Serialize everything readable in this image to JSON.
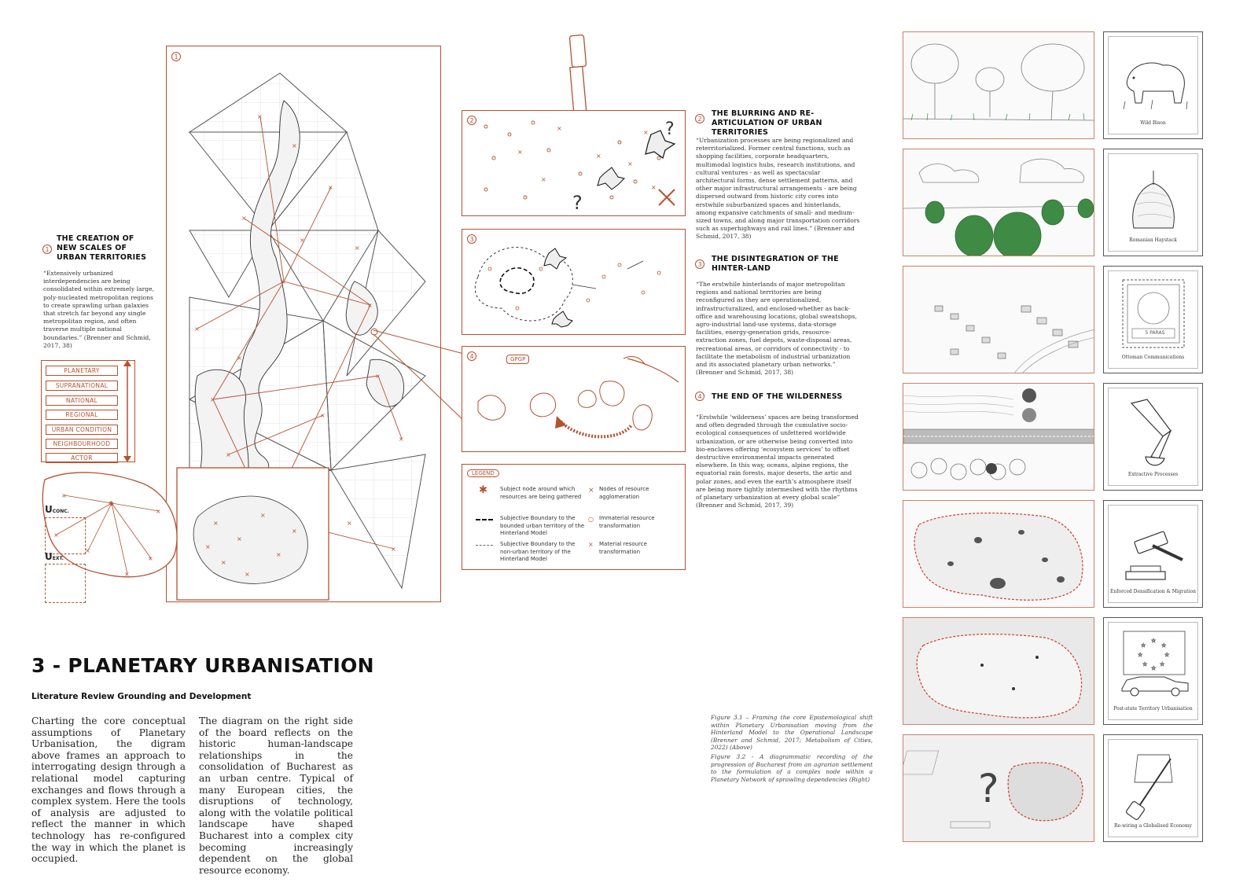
{
  "board": {
    "title": "3 - PLANETARY URBANISATION",
    "subtitle": "Literature Review Grounding and Development",
    "body_col1": "Charting the core conceptual assumptions of Planetary Urbanisation, the digram above frames an approach to interrogating design through a relational model capturing exchanges and flows through a complex system. Here the tools of analysis are adjusted to reflect the manner in which technology has re-configured the way in which the planet is occupied.",
    "body_col2": "The diagram on the right side of the board reflects on the historic human-landscape relationships in the consolidation of Bucharest as an urban centre. Typical of many European cities, the disruptions of technology, along with the volatile political landscape have shaped Bucharest into a complex city becoming increasingly dependent on the global resource economy."
  },
  "sections": [
    {
      "num": "1",
      "title": "THE CREATION OF NEW SCALES OF URBAN TERRITORIES",
      "quote": "“Extensively urbanized interdependencies are being consolidated within extremely large, poly-nucleated metropolitan regions to create sprawling urban galaxies that stretch far beyond any single metropolitan region, and often traverse multiple national boundaries.” (Brenner and Schmid, 2017, 38)"
    },
    {
      "num": "2",
      "title": "THE BLURRING AND RE-ARTICULATION OF URBAN TERRITORIES",
      "quote": "“Urbanization processes are being regionalized and reterritorialized. Former central functions, such as shopping facilities, corporate headquarters, multimodal logistics hubs, research institutions, and cultural ventures - as well as spectacular architectural forms, dense settlement patterns, and other major infrastructural arrangements - are being dispersed outward from historic city cores into erstwhile suburbanized spaces and hinterlands, among expansive catchments of small- and medium-sized towns, and along major transportation corridors such as superhighways and rail lines.” (Brenner and Schmid, 2017, 38)"
    },
    {
      "num": "3",
      "title": "THE DISINTEGRATION OF THE HINTER-LAND",
      "quote": "“The erstwhile hinterlands of major metropolitan regions and national territories are being reconfigured as they are operationalized, infrastructuralized, and enclosed-whether as back-office and warehousing locations, global sweatshops, agro-industrial land-use systems, data-storage facilities, energy-generation grids, resource-extraction zones, fuel depots, waste-disposal areas, recreational areas, or corridors of connectivity - to facilitate the metabolism of industrial urbanization and its associated planetary urban networks.” (Brenner and Schmid, 2017, 38)"
    },
    {
      "num": "4",
      "title": "THE END OF THE WILDERNESS",
      "quote": "“Erstwhile ‘wilderness’ spaces are being transformed and often degraded through the cumulative socio-ecological consequences of unfettered worldwide urbanization, or are otherwise being converted into bio-enclaves offering ‘ecosystem services’ to offset destructive environmental impacts generated elsewhere. In this way, oceans, alpine regions, the equatorial rain forests, major deserts, the artic and polar zones, and even the earth’s atmosphere itself are being more tightly intermeshed with the rhythms of planetary urbanization at every global scale” (Brenner and Schmid, 2017, 39)"
    }
  ],
  "scales": [
    "PLANETARY",
    "SUPRANATIONAL",
    "NATIONAL",
    "REGIONAL",
    "URBAN CONDITION",
    "NEIGHBOURHOOD",
    "ACTOR"
  ],
  "map_labels": {
    "u_conc": "U",
    "u_conc_sub": "CONC.",
    "u_ext": "U",
    "u_ext_sub": "EXT.",
    "panel4_tag": "GPGP"
  },
  "panel_numbers": [
    "1",
    "2",
    "3",
    "4"
  ],
  "legend": {
    "title": "LEGEND",
    "items": [
      {
        "label": "Subject node around which resources are being gathered"
      },
      {
        "label": "Nodes of resource agglomeration"
      },
      {
        "label": "Subjective Boundary to the bounded urban territory of the Hinterland Model"
      },
      {
        "label": "Immaterial resource transformation"
      },
      {
        "label": "Subjective Boundary to the non-urban territory of the Hinterland Model"
      },
      {
        "label": "Material resource transformation"
      }
    ]
  },
  "captions": [
    "Figure 3.1 – Framing the core Epistemological shift within Planetary Urbanisation moving from the Hinterland Model to the Operational Landscape (Brenner and Schmid, 2017; Metabolism of Cities, 2022) (Above)",
    "Figure 3.2 - A diagrammatic recording of the progression of Bucharest from an agrarian settlement to the formulation of a complex node within a Planetary Network of sprawling dependencies (Right)"
  ],
  "icon_panels": [
    "Wild Bison",
    "Romanian Haystack",
    "Ottoman Communications",
    "Extractive Processes",
    "Enforced Densification & Migration",
    "Post-state Territory Urbanisation",
    "Re-wiring a Globalised Economy"
  ],
  "stamp_text": {
    "line1": "5 PARAS"
  },
  "colors": {
    "accent": "#b5512f",
    "green": "#3f8a45",
    "red": "#d23a2a"
  }
}
